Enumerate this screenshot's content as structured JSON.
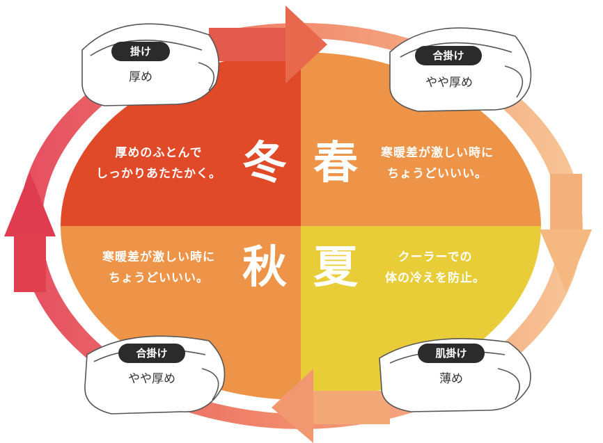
{
  "seasons": {
    "winter": {
      "name": "冬",
      "desc": [
        "厚めのふとんで",
        "しっかりあたたかく。"
      ],
      "color": "#e04a28"
    },
    "spring": {
      "name": "春",
      "desc": [
        "寒暖差が激しい時に",
        "ちょうどいいい。"
      ],
      "color": "#ee9448"
    },
    "autumn": {
      "name": "秋",
      "desc": [
        "寒暖差が激しい時に",
        "ちょうどいいい。"
      ],
      "color": "#ee9448"
    },
    "summer": {
      "name": "夏",
      "desc": [
        "クーラーでの",
        "体の冷えを防止。"
      ],
      "color": "#e9cd38"
    }
  },
  "futons": {
    "top_left": {
      "type": "掛け",
      "weight": "厚め"
    },
    "top_right": {
      "type": "合掛け",
      "weight": "やや厚め"
    },
    "bottom_left": {
      "type": "合掛け",
      "weight": "やや厚め"
    },
    "bottom_right": {
      "type": "肌掛け",
      "weight": "薄め"
    }
  }
}
